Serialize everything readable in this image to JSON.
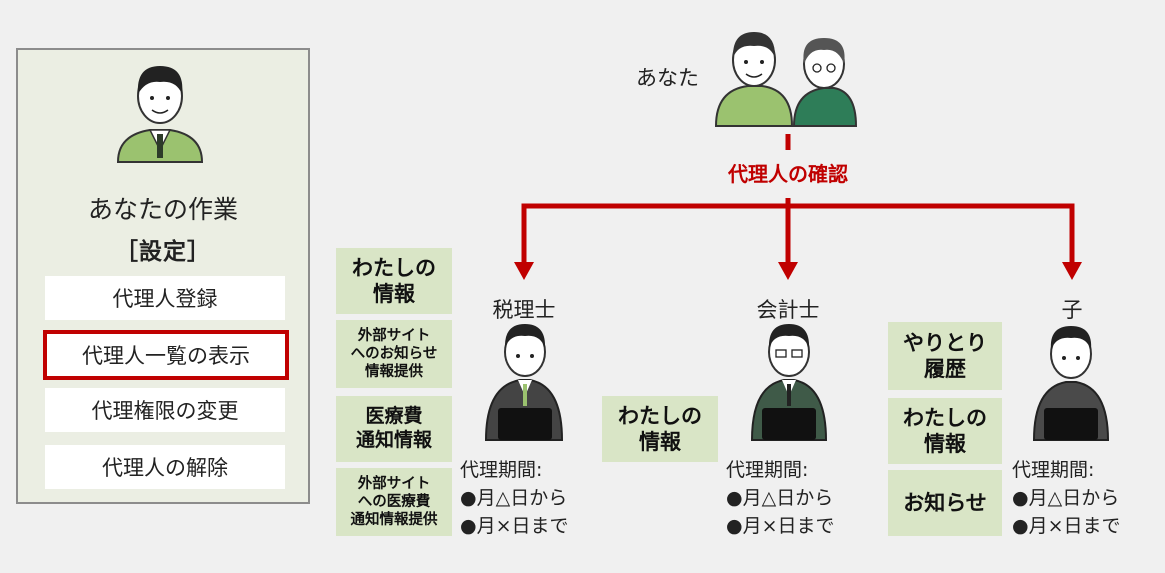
{
  "panel": {
    "title": "あなたの作業",
    "subtitle": "［設定］",
    "items": [
      "代理人登録",
      "代理人一覧の表示",
      "代理権限の変更",
      "代理人の解除"
    ],
    "selected_index": 1
  },
  "you": {
    "label": "あなた"
  },
  "confirm_label": "代理人の確認",
  "proxies": [
    {
      "name": "税理士",
      "period_title": "代理期間:",
      "period_from": "●月△日から",
      "period_to": "●月×日まで"
    },
    {
      "name": "会計士",
      "period_title": "代理期間:",
      "period_from": "●月△日から",
      "period_to": "●月×日まで"
    },
    {
      "name": "子",
      "period_title": "代理期間:",
      "period_from": "●月△日から",
      "period_to": "●月×日まで"
    }
  ],
  "permissions": {
    "tax": [
      "わたしの\n情報",
      "外部サイト\nへのお知らせ\n情報提供",
      "医療費\n通知情報",
      "外部サイト\nへの医療費\n通知情報提供"
    ],
    "accountant": [
      "わたしの\n情報"
    ],
    "child": [
      "やりとり\n履歴",
      "わたしの\n情報",
      "お知らせ"
    ]
  },
  "colors": {
    "accent": "#c00000",
    "box": "#d9e5c6",
    "panel": "#ebeee3"
  }
}
